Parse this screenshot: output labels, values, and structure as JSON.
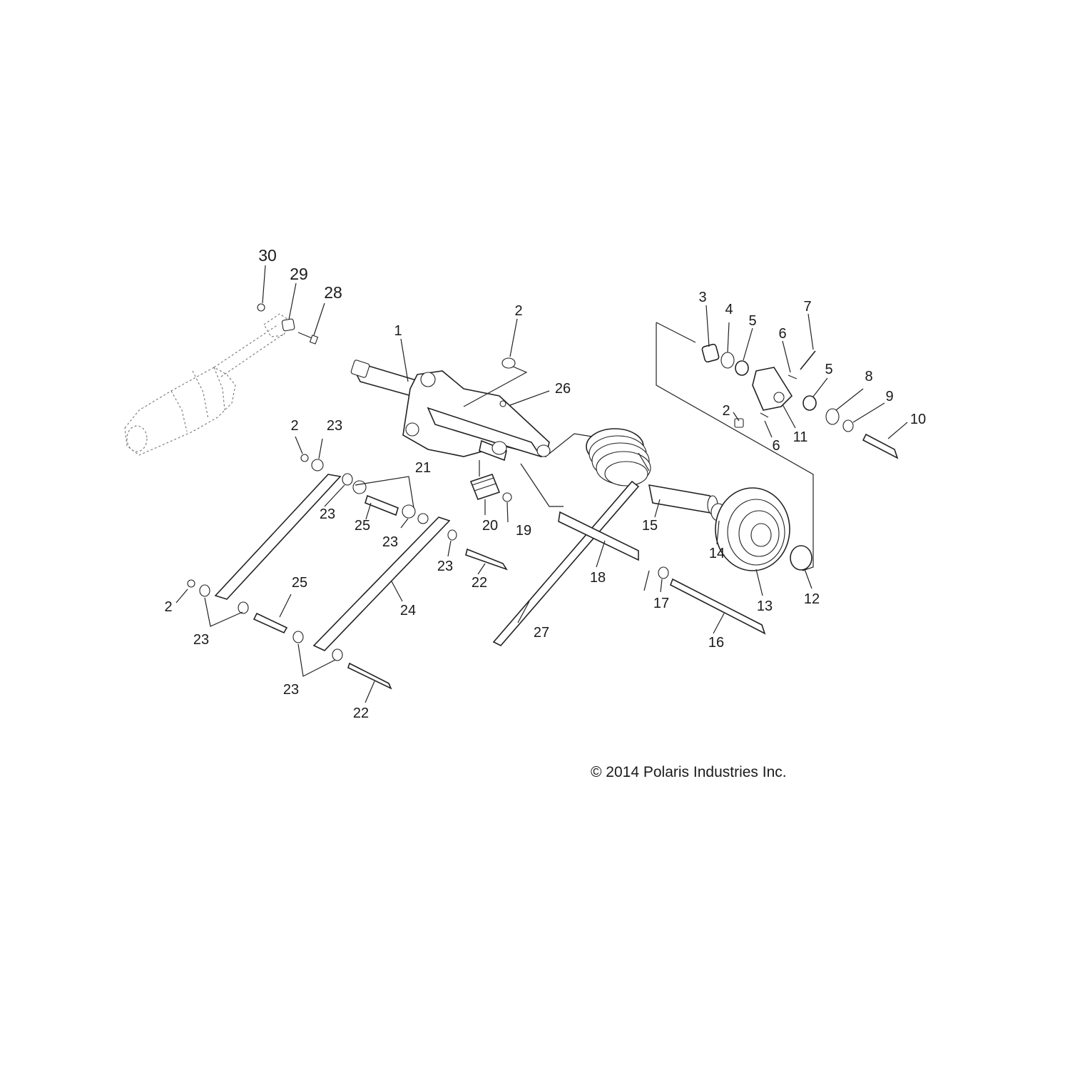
{
  "copyright": "© 2014 Polaris Industries Inc.",
  "callouts": [
    {
      "id": "c1",
      "text": "1"
    },
    {
      "id": "c2a",
      "text": "2"
    },
    {
      "id": "c2b",
      "text": "2"
    },
    {
      "id": "c2c",
      "text": "2"
    },
    {
      "id": "c2d",
      "text": "2"
    },
    {
      "id": "c3",
      "text": "3"
    },
    {
      "id": "c4",
      "text": "4"
    },
    {
      "id": "c5a",
      "text": "5"
    },
    {
      "id": "c5b",
      "text": "5"
    },
    {
      "id": "c6a",
      "text": "6"
    },
    {
      "id": "c6b",
      "text": "6"
    },
    {
      "id": "c7",
      "text": "7"
    },
    {
      "id": "c8",
      "text": "8"
    },
    {
      "id": "c9",
      "text": "9"
    },
    {
      "id": "c10",
      "text": "10"
    },
    {
      "id": "c11",
      "text": "11"
    },
    {
      "id": "c12",
      "text": "12"
    },
    {
      "id": "c13",
      "text": "13"
    },
    {
      "id": "c14",
      "text": "14"
    },
    {
      "id": "c15",
      "text": "15"
    },
    {
      "id": "c16",
      "text": "16"
    },
    {
      "id": "c17",
      "text": "17"
    },
    {
      "id": "c18",
      "text": "18"
    },
    {
      "id": "c19",
      "text": "19"
    },
    {
      "id": "c20",
      "text": "20"
    },
    {
      "id": "c21",
      "text": "21"
    },
    {
      "id": "c22a",
      "text": "22"
    },
    {
      "id": "c22b",
      "text": "22"
    },
    {
      "id": "c23a",
      "text": "23"
    },
    {
      "id": "c23b",
      "text": "23"
    },
    {
      "id": "c23c",
      "text": "23"
    },
    {
      "id": "c23d",
      "text": "23"
    },
    {
      "id": "c23e",
      "text": "23"
    },
    {
      "id": "c23f",
      "text": "23"
    },
    {
      "id": "c24",
      "text": "24"
    },
    {
      "id": "c25a",
      "text": "25"
    },
    {
      "id": "c25b",
      "text": "25"
    },
    {
      "id": "c26",
      "text": "26"
    },
    {
      "id": "c27",
      "text": "27"
    },
    {
      "id": "c28",
      "text": "28"
    },
    {
      "id": "c29",
      "text": "29"
    },
    {
      "id": "c30",
      "text": "30"
    }
  ]
}
